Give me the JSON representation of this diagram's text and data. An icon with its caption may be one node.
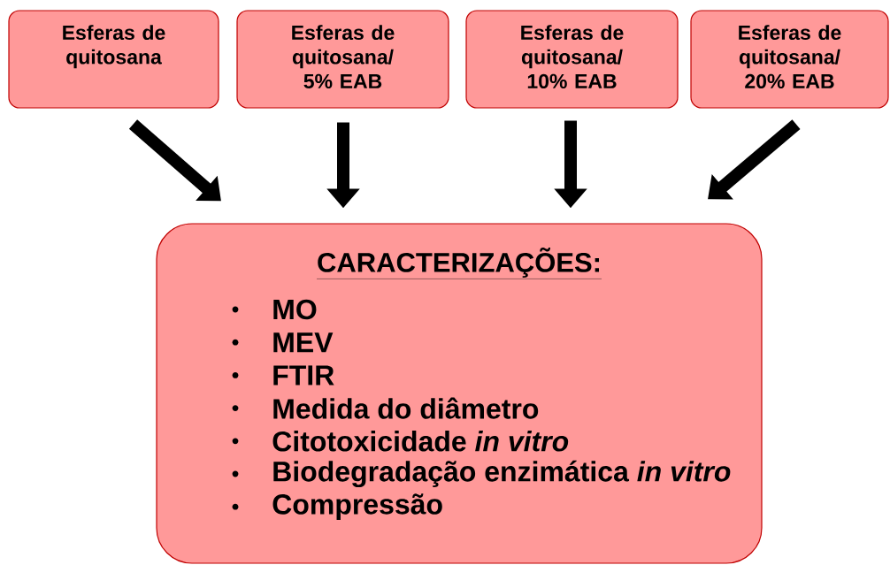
{
  "diagram": {
    "nodes": [
      {
        "text": [
          "Esferas de quitosana"
        ]
      },
      {
        "text": [
          "Esferas de quitosana/ 5% EAB"
        ]
      },
      {
        "text": [
          "Esferas de quitosana/ 10% EAB"
        ]
      },
      {
        "text": [
          "Esferas de quitosana/ 20% EAB"
        ]
      },
      {
        "text": [
          "CARACTERIZAÇÕES:",
          "MO",
          "MEV",
          "FTIR",
          "Medida do diâmetro",
          "Citotoxicidade *in vitro*",
          "Biodegradação enzimática *in vitro*",
          "Compressão"
        ]
      }
    ],
    "edges": [
      {
        "from": 0,
        "to": 4,
        "arrow": "to"
      },
      {
        "from": 1,
        "to": 4,
        "arrow": "to"
      },
      {
        "from": 2,
        "to": 4,
        "arrow": "to"
      },
      {
        "from": 3,
        "to": 4,
        "arrow": "to"
      }
    ]
  }
}
